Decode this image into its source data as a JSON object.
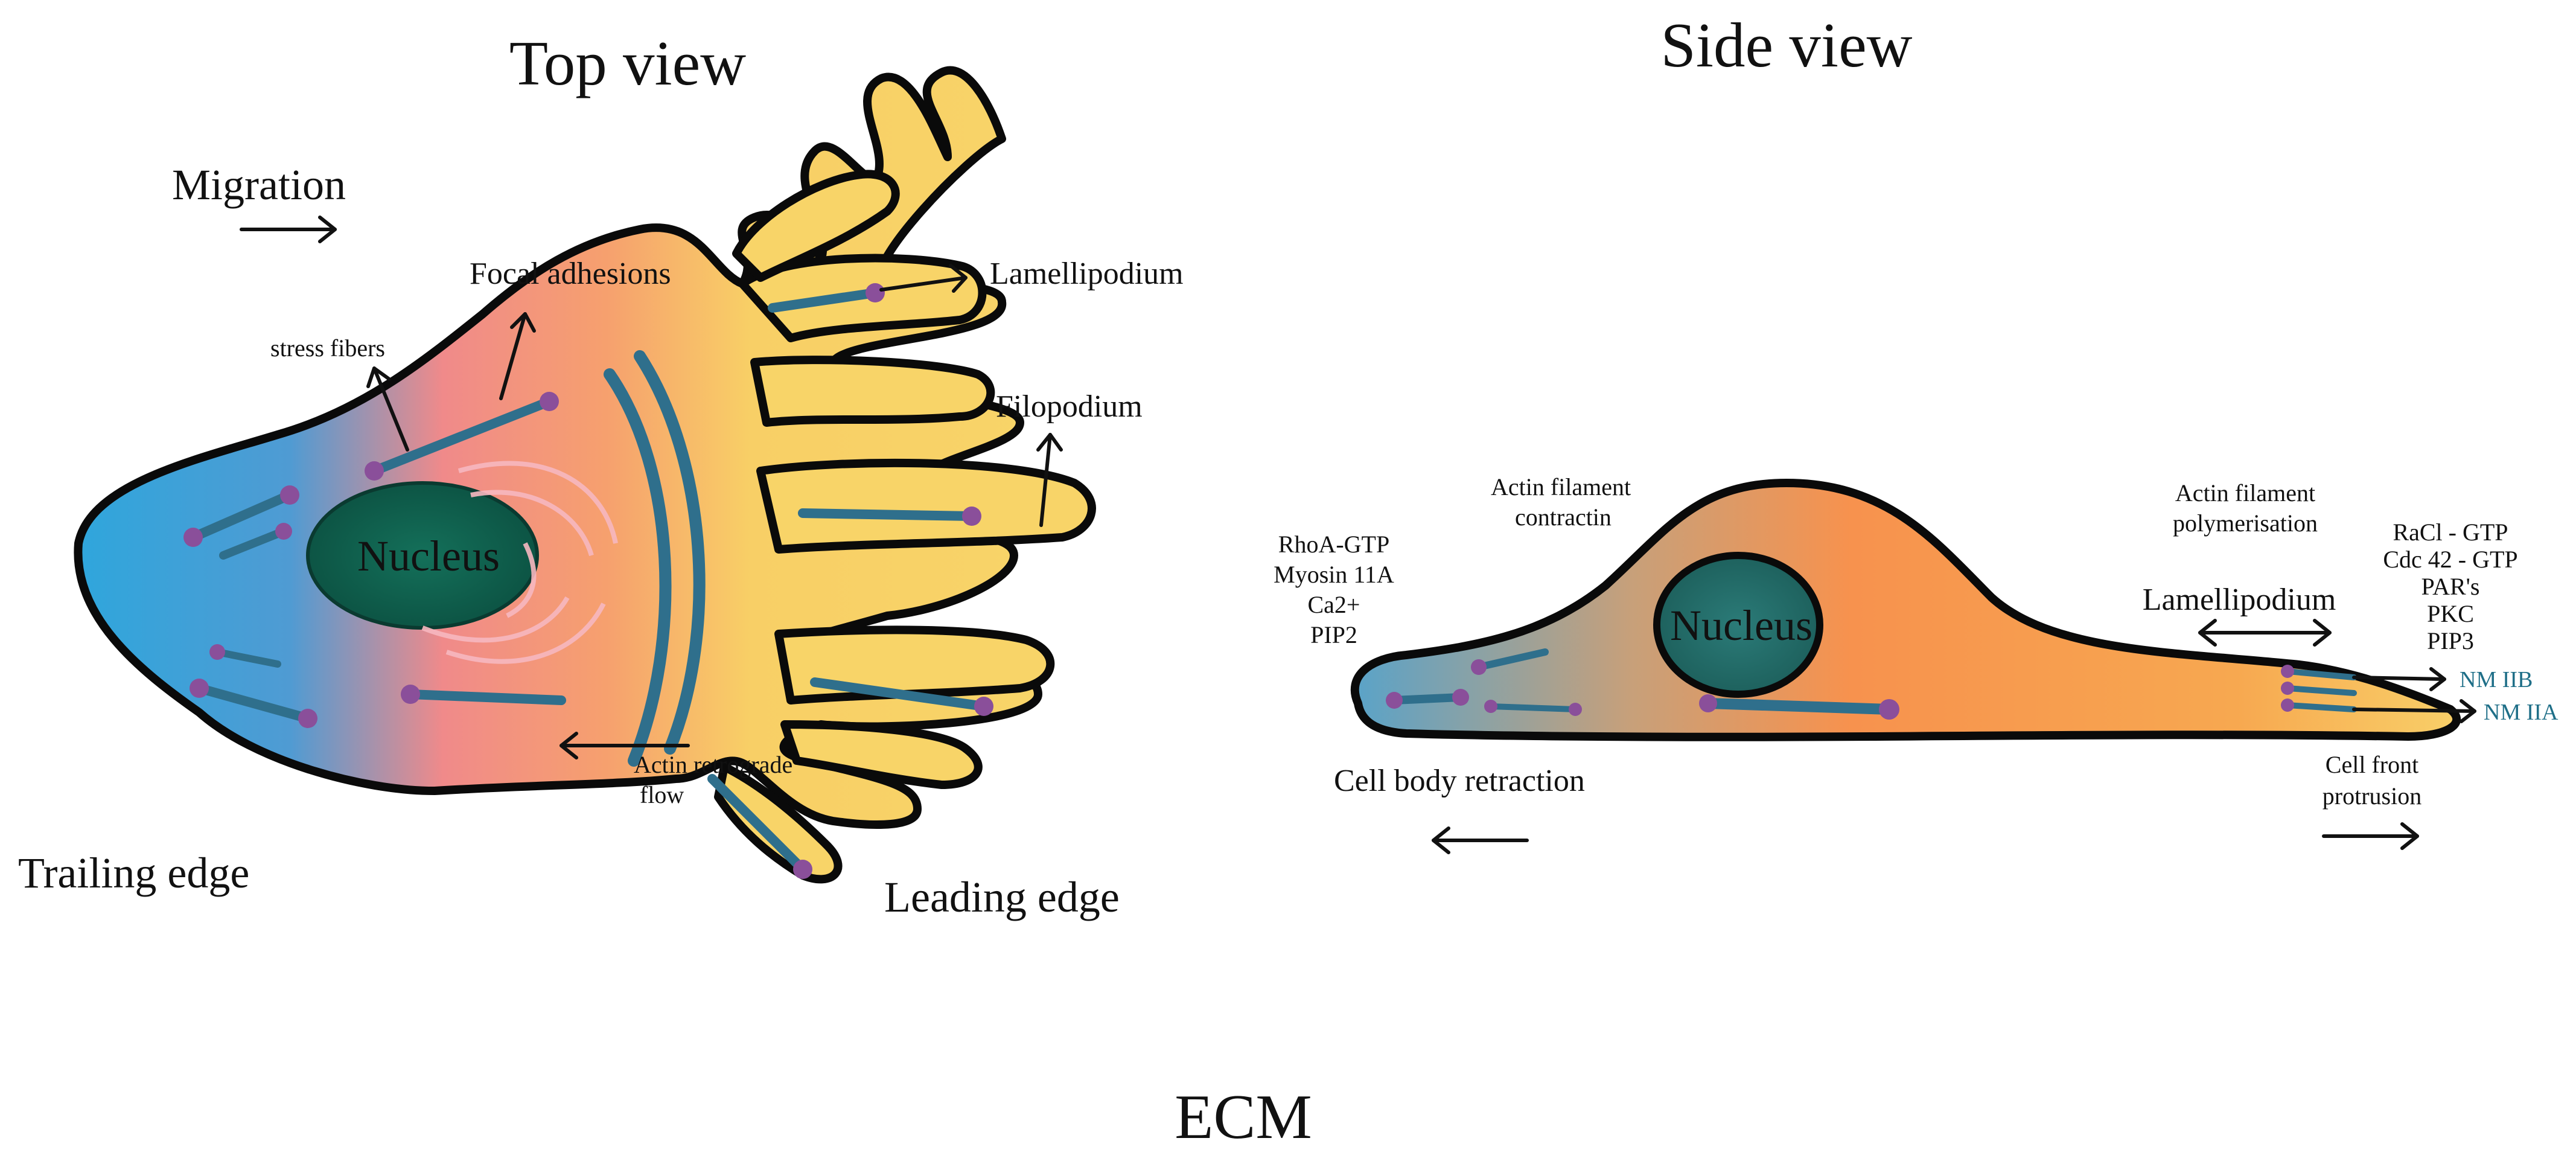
{
  "top_view": {
    "title": "Top view",
    "migration": "Migration",
    "focal_adhesions": "Focal adhesions",
    "stress_fibers": "stress fibers",
    "lamellipodium": "Lamellipodium",
    "filopodium": "Filopodium",
    "nucleus": "Nucleus",
    "actin_retrograde_line1": "Actin retrograde",
    "actin_retrograde_line2": "flow",
    "trailing_edge": "Trailing edge",
    "leading_edge": "Leading edge"
  },
  "side_view": {
    "title": "Side view",
    "actin_contractin_line1": "Actin filament",
    "actin_contractin_line2": "contractin",
    "actin_polymer_line1": "Actin filament",
    "actin_polymer_line2": "polymerisation",
    "rear_signals": [
      "RhoA-GTP",
      "Myosin 11A",
      "Ca2+",
      "PIP2"
    ],
    "front_signals": [
      "RaCl - GTP",
      "Cdc 42 - GTP",
      "PAR's",
      "PKC",
      "PIP3"
    ],
    "lamellipodium": "Lamellipodium",
    "nucleus": "Nucleus",
    "nm_iib": "NM IIB",
    "nm_iia": "NM IIA",
    "cell_body_retraction": "Cell body retraction",
    "cell_front_line1": "Cell front",
    "cell_front_line2": "protrusion"
  },
  "ecm": "ECM",
  "colors": {
    "trailing_blue": "#33a8dc",
    "mid_pink": "#f08a7e",
    "leading_yellow": "#f8d265",
    "side_orange": "#f79a52",
    "nucleus_green": "#0f5e4c",
    "fiber_teal": "#2f6f8c",
    "adhesion_purple": "#8a4f9a",
    "tag_teal": "#1f6f88"
  }
}
